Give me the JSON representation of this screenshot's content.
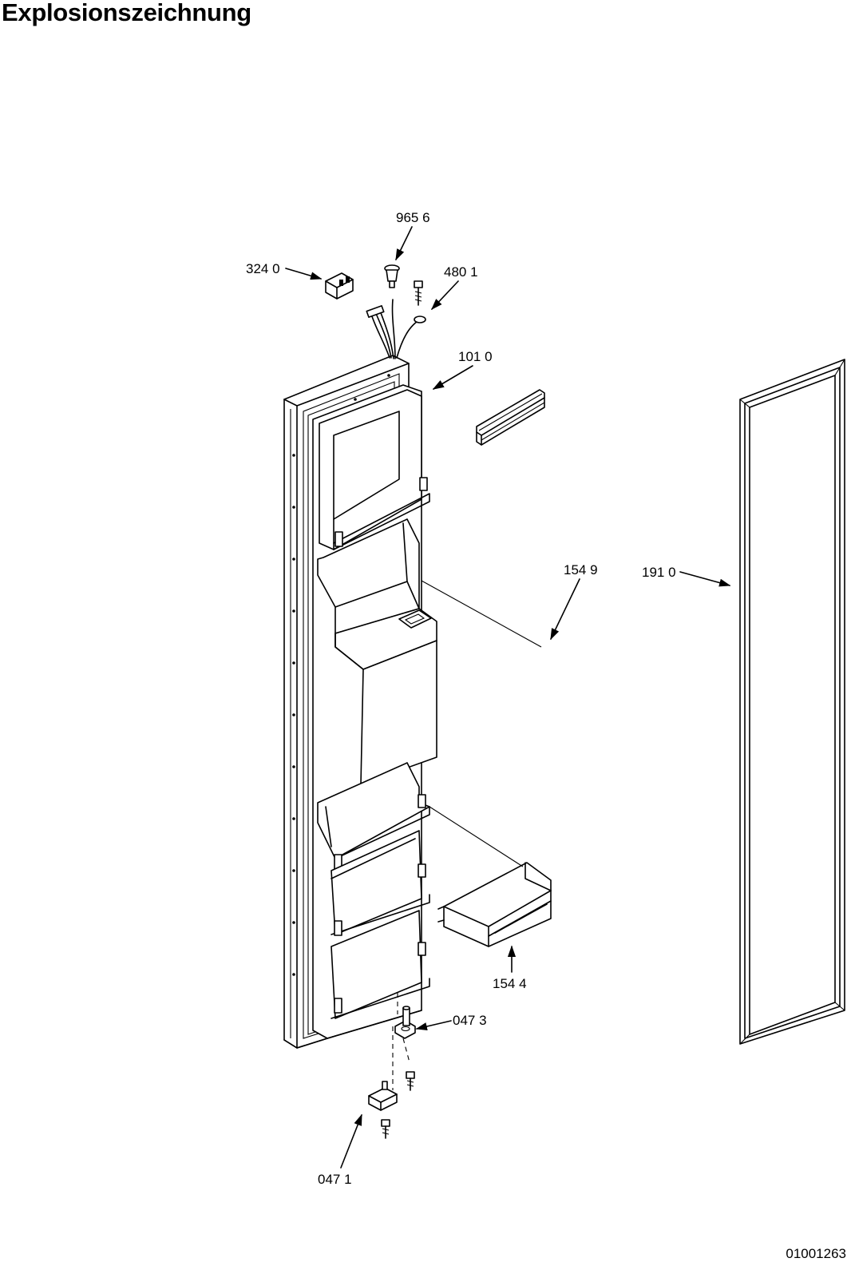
{
  "title": "Explosionszeichnung",
  "document_number": "01001263",
  "parts": [
    {
      "id": "324",
      "revision": "0",
      "text": "324 0",
      "icon": "connector-block-icon"
    },
    {
      "id": "965",
      "revision": "6",
      "text": "965 6",
      "icon": "plug-grommet-icon"
    },
    {
      "id": "480",
      "revision": "1",
      "text": "480 1",
      "icon": "ground-screw-icon"
    },
    {
      "id": "101",
      "revision": "0",
      "text": "101 0",
      "icon": "door-liner-assembly-icon"
    },
    {
      "id": "154",
      "revision": "9",
      "text": "154 9",
      "icon": "rail-trim-icon"
    },
    {
      "id": "191",
      "revision": "0",
      "text": "191 0",
      "icon": "door-gasket-icon"
    },
    {
      "id": "154",
      "revision": "4",
      "text": "154 4",
      "icon": "door-bin-icon"
    },
    {
      "id": "047",
      "revision": "3",
      "text": "047 3",
      "icon": "upper-hinge-pin-icon"
    },
    {
      "id": "047",
      "revision": "1",
      "text": "047 1",
      "icon": "lower-hinge-bracket-icon"
    }
  ]
}
